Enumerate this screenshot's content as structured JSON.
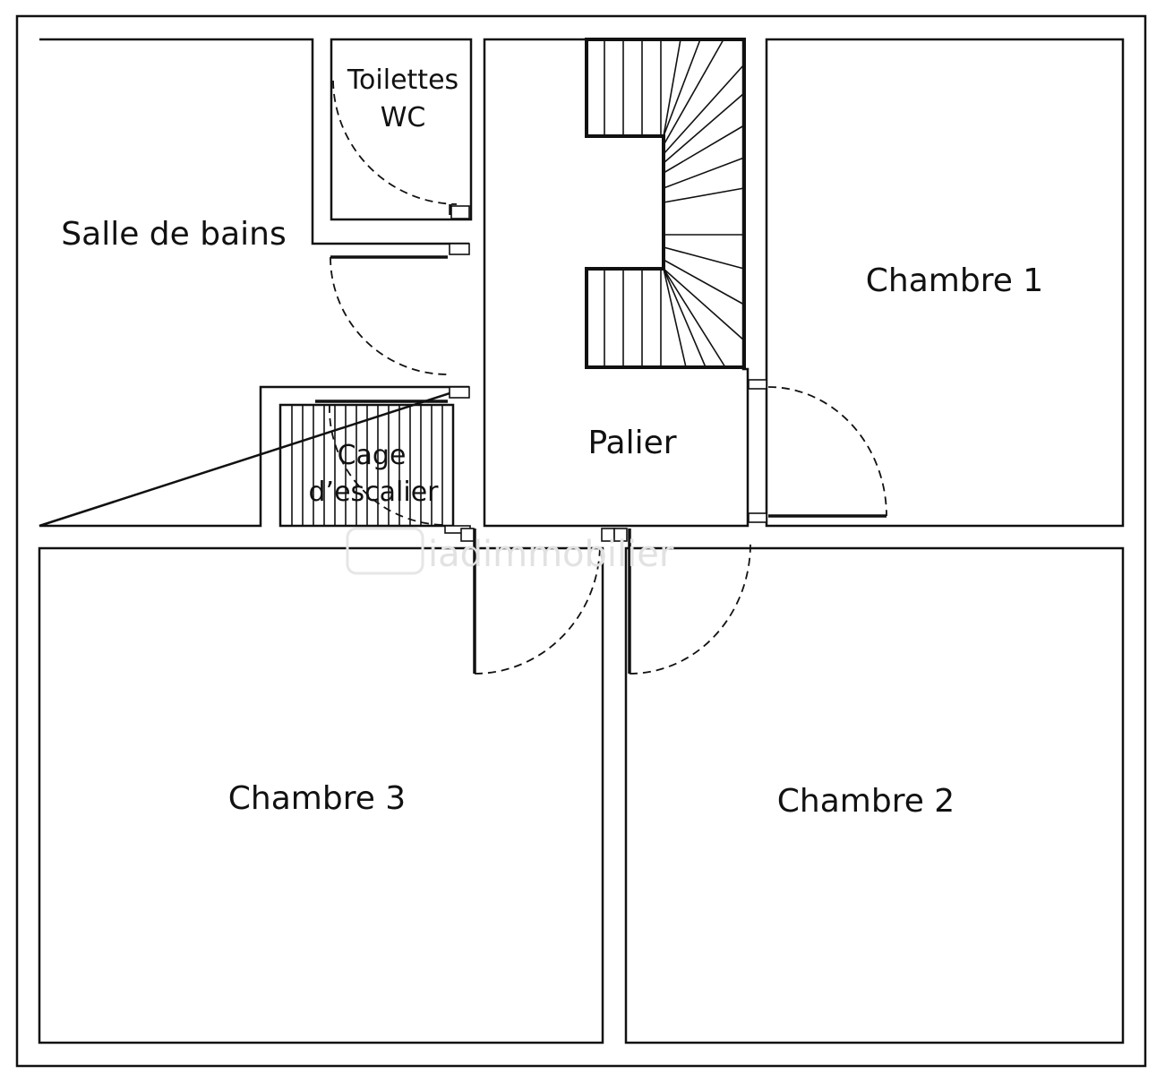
{
  "rooms": {
    "salle_de_bains": "Salle de bains",
    "toilettes_line1": "Toilettes",
    "toilettes_line2": "WC",
    "palier": "Palier",
    "chambre_1": "Chambre 1",
    "chambre_2": "Chambre 2",
    "chambre_3": "Chambre 3",
    "cage_line1": "Cage",
    "cage_line2": "d’escalier"
  },
  "watermark": "iadimmobilier",
  "colors": {
    "line": "#111111",
    "background": "#ffffff",
    "watermark": "#e2e2e2"
  }
}
